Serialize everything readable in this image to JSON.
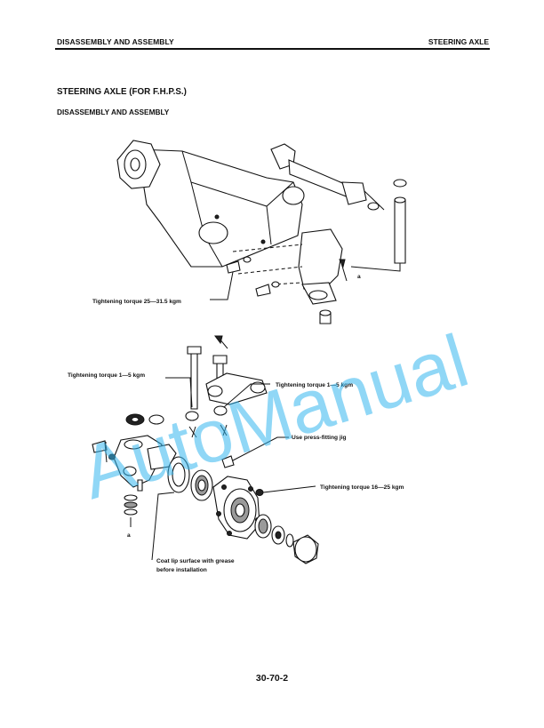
{
  "header": {
    "left": "DISASSEMBLY AND ASSEMBLY",
    "right": "STEERING AXLE"
  },
  "title": "STEERING AXLE (FOR F.H.P.S.)",
  "subtitle": "DISASSEMBLY AND ASSEMBLY",
  "callouts": {
    "torque_axle": "Tightening torque 25—31.5 kgm",
    "torque_left": "Tightening torque 1—5 kgm",
    "torque_right": "Tightening torque 1—5 kgm",
    "press_jig": "Use press-fitting jig",
    "torque_hub": "Tightening torque 16—25 kgm",
    "grease_line1": "Coat lip surface with grease",
    "grease_line2": "before installation",
    "marker_a1": "a",
    "marker_a2": "a"
  },
  "watermark": "AutoManual",
  "page_number": "30-70-2",
  "colors": {
    "watermark": "#35b6ef",
    "ink": "#111111"
  }
}
